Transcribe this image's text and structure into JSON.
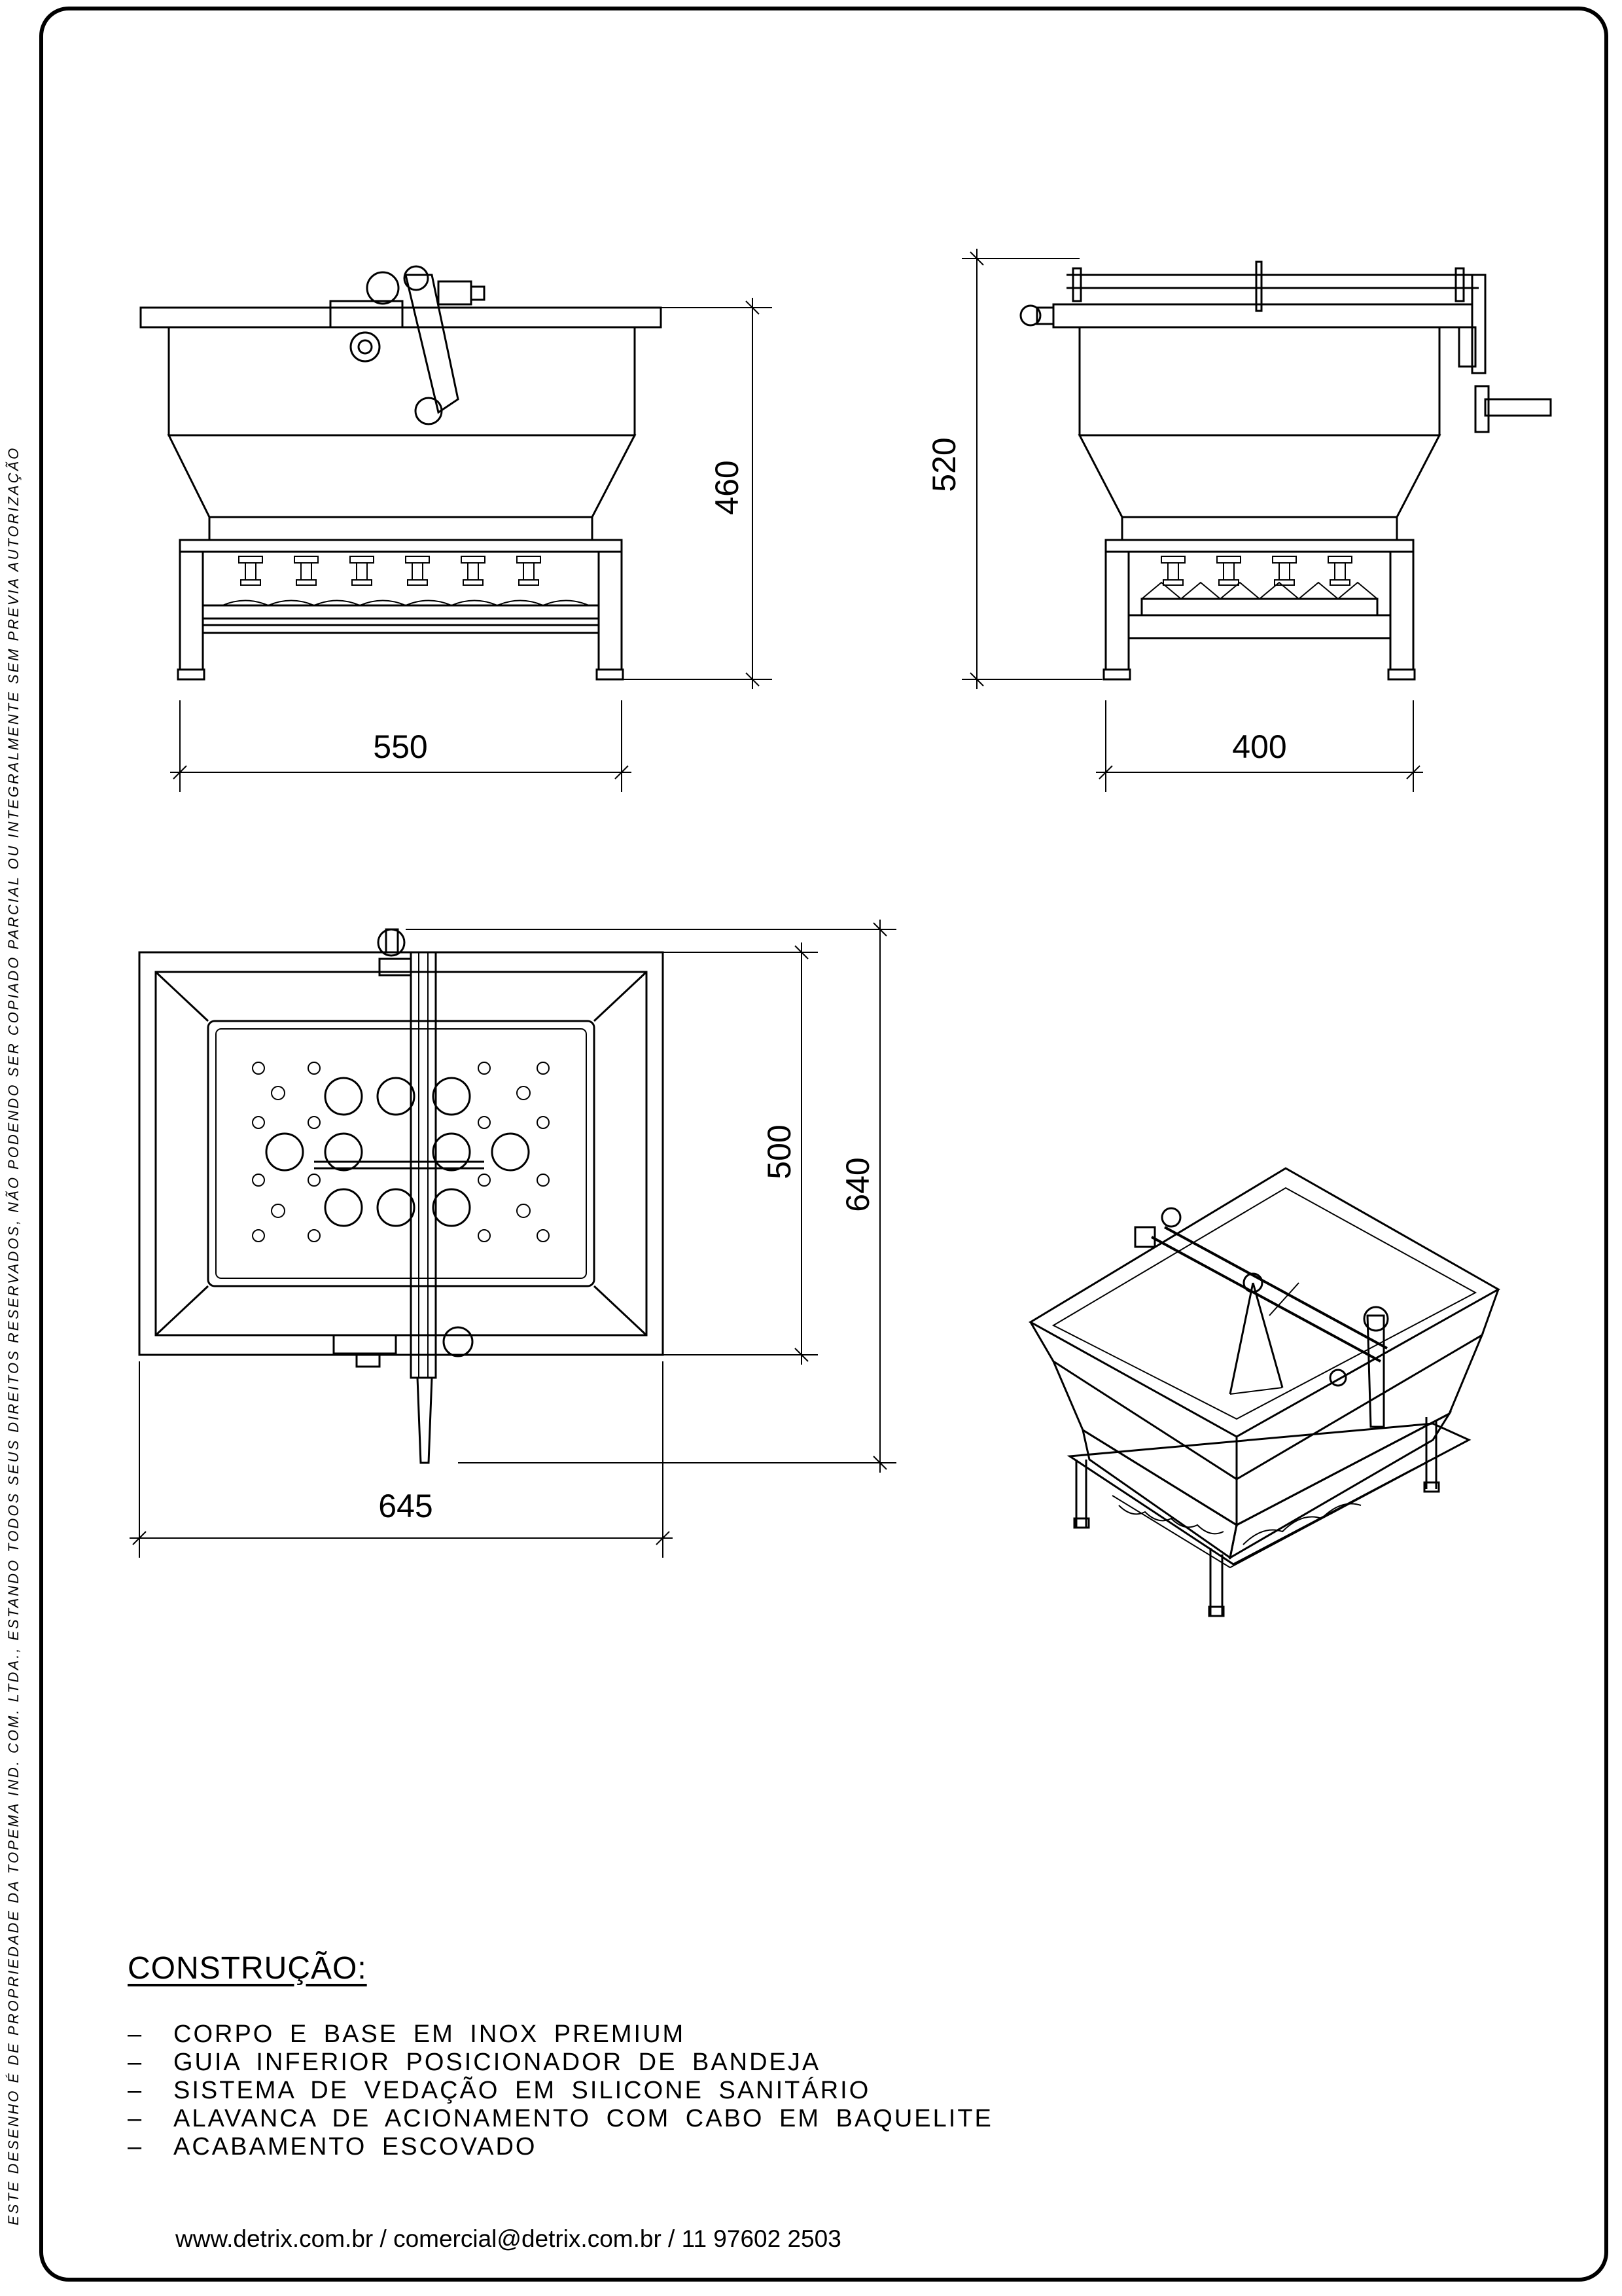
{
  "dimensions": {
    "front_width": "550",
    "front_height": "460",
    "side_width": "400",
    "side_height": "520",
    "top_width": "645",
    "top_inner_depth": "500",
    "top_outer_depth": "640"
  },
  "notes": {
    "title": "CONSTRUÇÃO:",
    "items": [
      "CORPO E BASE EM INOX PREMIUM",
      "GUIA INFERIOR POSICIONADOR DE BANDEJA",
      "SISTEMA DE VEDAÇÃO EM SILICONE SANITÁRIO",
      "ALAVANCA DE ACIONAMENTO COM CABO EM BAQUELITE",
      "ACABAMENTO ESCOVADO"
    ]
  },
  "contact": "www.detrix.com.br / comercial@detrix.com.br / 11 97602 2503",
  "side_notice": "ESTE DESENHO É DE PROPRIEDADE DA TOPEMA IND. COM. LTDA., ESTANDO TODOS SEUS DIREITOS RESERVADOS, NÃO PODENDO SER COPIADO PARCIAL OU INTEGRALMENTE SEM PREVIA AUTORIZAÇÃO"
}
